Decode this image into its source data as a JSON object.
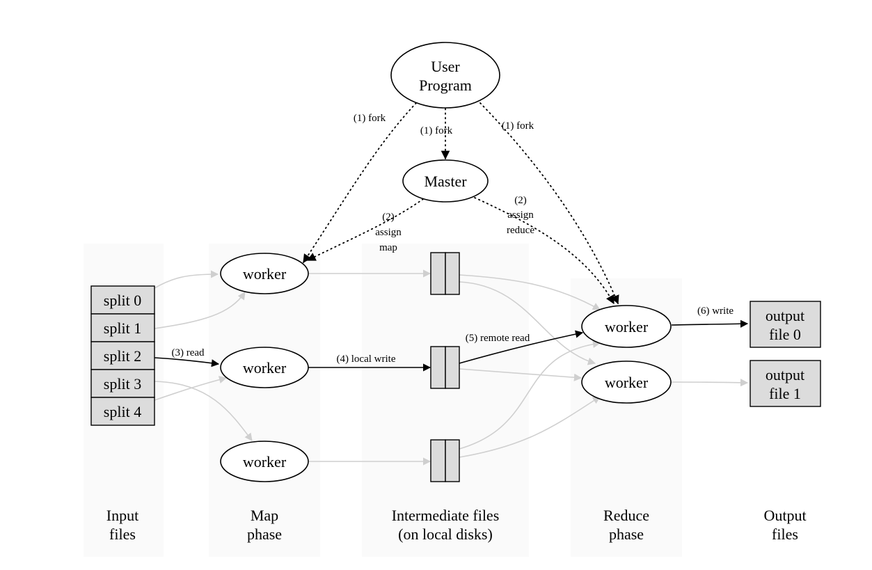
{
  "nodes": {
    "user_program": [
      "User",
      "Program"
    ],
    "master": "Master",
    "worker": "worker"
  },
  "splits": [
    "split 0",
    "split 1",
    "split 2",
    "split 3",
    "split 4"
  ],
  "outputs": [
    [
      "output",
      "file 0"
    ],
    [
      "output",
      "file 1"
    ]
  ],
  "edge_labels": {
    "fork": "(1) fork",
    "assign_map": [
      "(2)",
      "assign",
      "map"
    ],
    "assign_reduce": [
      "(2)",
      "assign",
      "reduce"
    ],
    "read": "(3) read",
    "local_write": "(4) local write",
    "remote_read": "(5) remote read",
    "write": "(6) write"
  },
  "phases": [
    [
      "Input",
      "files"
    ],
    [
      "Map",
      "phase"
    ],
    [
      "Intermediate files",
      "(on local disks)"
    ],
    [
      "Reduce",
      "phase"
    ],
    [
      "Output",
      "files"
    ]
  ],
  "colors": {
    "file_fill": "#dcdcdc",
    "inactive_edge": "#cfcfcf",
    "active_edge": "#000000"
  }
}
